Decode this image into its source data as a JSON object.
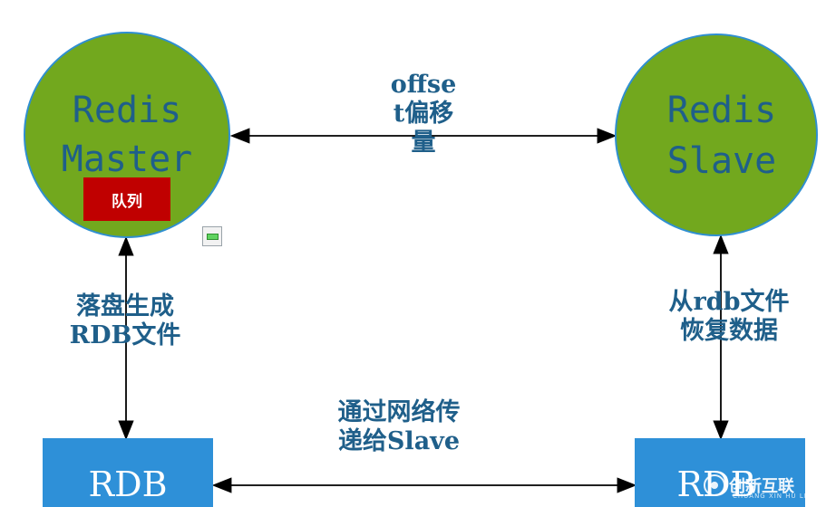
{
  "nodes": {
    "master": {
      "line1": "Redis",
      "line2": "Master",
      "queue": "队列"
    },
    "slave": {
      "line1": "Redis",
      "line2": "Slave"
    },
    "rdb_left": {
      "label": "RDB"
    },
    "rdb_right": {
      "label": "RDB"
    }
  },
  "edges": {
    "top": {
      "line1": "offse",
      "line2": "t偏移",
      "line3": "量"
    },
    "left": {
      "line1": "落盘生成",
      "line2": "RDB文件"
    },
    "right": {
      "line1": "从rdb文件",
      "line2": "恢复数据"
    },
    "bottom": {
      "line1": "通过网络传",
      "line2": "递给Slave"
    }
  },
  "watermark": {
    "text": "创新互联",
    "sub": "CHUANG XIN HU LIAN"
  },
  "colors": {
    "circle": "#72a81e",
    "circle_stroke": "#2f8fd0",
    "text": "#1f5f8a",
    "box": "#2e90d8",
    "queue": "#c00000"
  }
}
